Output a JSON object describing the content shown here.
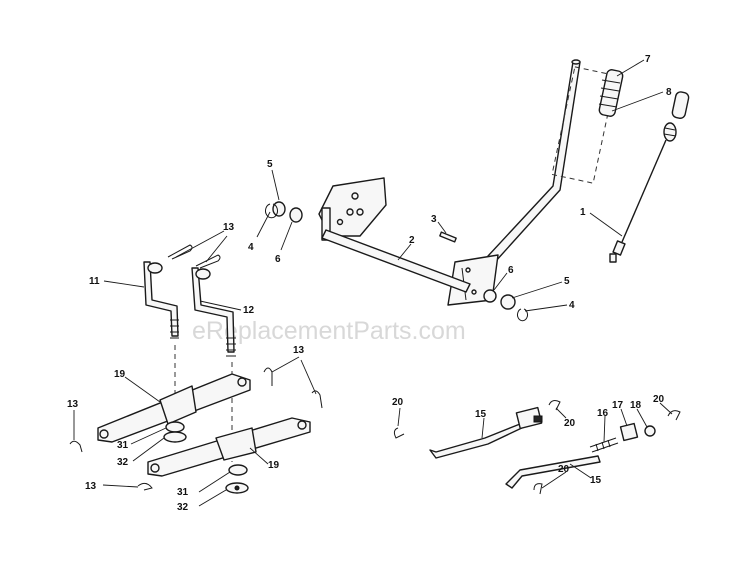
{
  "watermark": "eReplacementParts.com",
  "callouts": {
    "c7": "7",
    "c8": "8",
    "c1": "1",
    "c5a": "5",
    "c4a": "4",
    "c6a": "6",
    "c3": "3",
    "c2": "2",
    "c6b": "6",
    "c5b": "5",
    "c4b": "4",
    "c13a": "13",
    "c11": "11",
    "c12": "12",
    "c13b": "13",
    "c19a": "19",
    "c13c": "13",
    "c31a": "31",
    "c32a": "32",
    "c19b": "19",
    "c13d": "13",
    "c31b": "31",
    "c32b": "32",
    "c20a": "20",
    "c15a": "15",
    "c20b": "20",
    "c16": "16",
    "c17": "17",
    "c18": "18",
    "c20c": "20",
    "c20d": "20",
    "c15b": "15"
  }
}
